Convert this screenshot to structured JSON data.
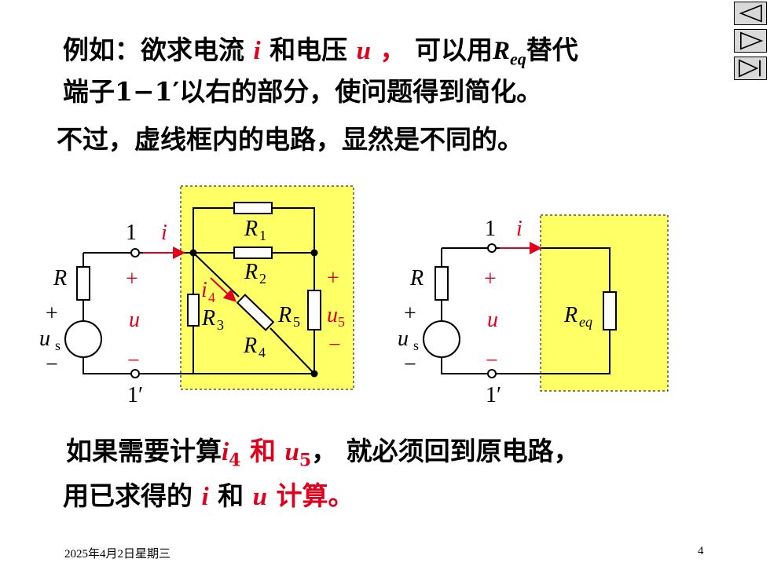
{
  "nav": {
    "prev_icon": "triangle-left-icon",
    "next_icon": "triangle-right-icon",
    "end_icon": "skip-end-icon"
  },
  "text": {
    "line1": {
      "a": "例如：欲求电流 ",
      "i": "i",
      "b": " 和电压 ",
      "u": "u",
      "comma": " ，",
      "c": " 可以用",
      "R": "R",
      "sub": "eq",
      "d": "替代"
    },
    "line2": {
      "a": "端子1−1′以右的部分，使问题得到简化。"
    },
    "line3": {
      "a": "不过，虚线框内的电路，显然是不同的。"
    },
    "line4": {
      "a": "如果需要计算",
      "i": "i",
      "isub": "4",
      "b": " 和 ",
      "u": "u",
      "usub": "5",
      "c": "，  就必须回到原电路，"
    },
    "line5": {
      "a": "用已求得的 ",
      "i": "i",
      "b": " 和 ",
      "u": "u",
      "c": " 计算。"
    }
  },
  "circuit_left": {
    "node_top": "1",
    "node_bottom": "1′",
    "current": "i",
    "plus": "+",
    "minus": "−",
    "voltage": "u",
    "R": "R",
    "source_plus": "+",
    "source_minus": "−",
    "source": "u",
    "source_sub": "s",
    "R1": "R",
    "R1_sub": "1",
    "R2": "R",
    "R2_sub": "2",
    "R3": "R",
    "R3_sub": "3",
    "R4": "R",
    "R4_sub": "4",
    "R5": "R",
    "R5_sub": "5",
    "i4": "i",
    "i4_sub": "4",
    "u5": "u",
    "u5_sub": "5",
    "u5_plus": "+",
    "u5_minus": "−"
  },
  "circuit_right": {
    "node_top": "1",
    "node_bottom": "1′",
    "current": "i",
    "plus": "+",
    "minus": "−",
    "voltage": "u",
    "R": "R",
    "source_plus": "+",
    "source_minus": "−",
    "source": "u",
    "source_sub": "s",
    "Req": "R",
    "Req_sub": "eq"
  },
  "colors": {
    "red": "#e0001b",
    "box": "#ffff66",
    "nav": "#d9d9d9"
  },
  "footer": {
    "date": "2025年4月2日星期三",
    "page": "4"
  }
}
